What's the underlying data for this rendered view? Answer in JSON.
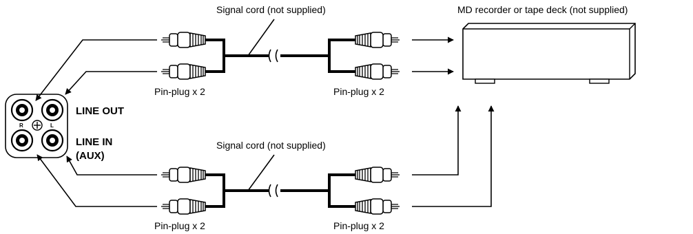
{
  "labels": {
    "cord_top": "Signal cord (not supplied)",
    "cord_bottom": "Signal cord (not supplied)",
    "recorder": "MD recorder or tape deck (not supplied)",
    "pinplug_tl": "Pin-plug x 2",
    "pinplug_tr": "Pin-plug x 2",
    "pinplug_bl": "Pin-plug x 2",
    "pinplug_br": "Pin-plug x 2",
    "line_out": "LINE OUT",
    "line_in": "LINE IN",
    "aux": "(AUX)",
    "jack_r": "R",
    "jack_l": "L"
  }
}
